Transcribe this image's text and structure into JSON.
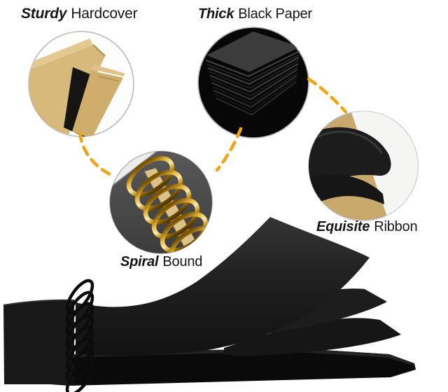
{
  "callouts": [
    {
      "id": "hardcover",
      "bold_text": "Sturdy",
      "regular_text": "Hardcover"
    },
    {
      "id": "black-paper",
      "bold_text": "Thick",
      "regular_text": "Black Paper"
    },
    {
      "id": "ribbon",
      "bold_text": "Equisite",
      "regular_text": "Ribbon"
    },
    {
      "id": "spiral",
      "bold_text": "Spiral",
      "regular_text": "Bound"
    }
  ],
  "colors": {
    "background": "#ffffff",
    "label_text": "#151515",
    "dashed_connector": "#efa612",
    "circle_border": "#b9b9b9",
    "kraft_board": "#d7b97c",
    "kraft_ribbon_background": "#c9a86c",
    "gold_spiral": "#e8b83c",
    "black_paper": "#0a0a0a",
    "book_page_dark": "#1d1d1d"
  }
}
